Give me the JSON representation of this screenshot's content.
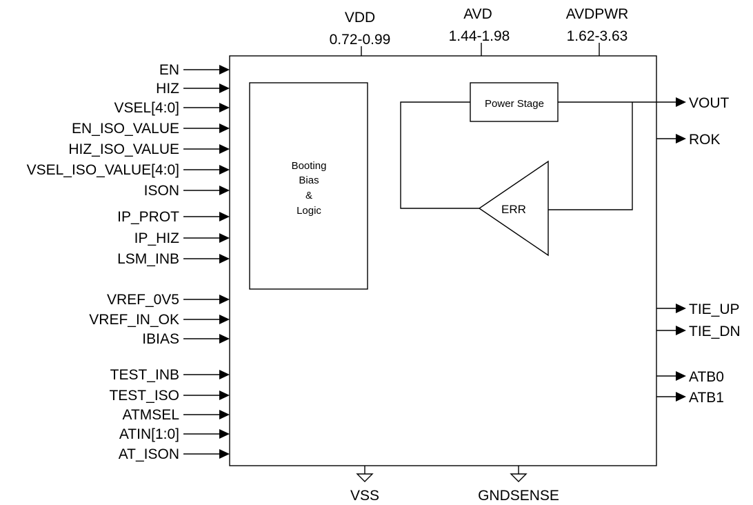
{
  "supplies": [
    {
      "name": "VDD",
      "range": "0.72-0.99"
    },
    {
      "name": "AVD",
      "range": "1.44-1.98"
    },
    {
      "name": "AVDPWR",
      "range": "1.62-3.63"
    }
  ],
  "inputs": [
    "EN",
    "HIZ",
    "VSEL[4:0]",
    "EN_ISO_VALUE",
    "HIZ_ISO_VALUE",
    "VSEL_ISO_VALUE[4:0]",
    "ISON",
    "IP_PROT",
    "IP_HIZ",
    "LSM_INB",
    "VREF_0V5",
    "VREF_IN_OK",
    "IBIAS",
    "TEST_INB",
    "TEST_ISO",
    "ATMSEL",
    "ATIN[1:0]",
    "AT_ISON"
  ],
  "outputs": [
    "VOUT",
    "ROK",
    "TIE_UP",
    "TIE_DN",
    "ATB0",
    "ATB1"
  ],
  "grounds": [
    "VSS",
    "GNDSENSE"
  ],
  "blocks": {
    "logic_lines": [
      "Booting",
      "Bias",
      "&",
      "Logic"
    ],
    "power_stage": "Power Stage",
    "amplifier": "ERR"
  }
}
